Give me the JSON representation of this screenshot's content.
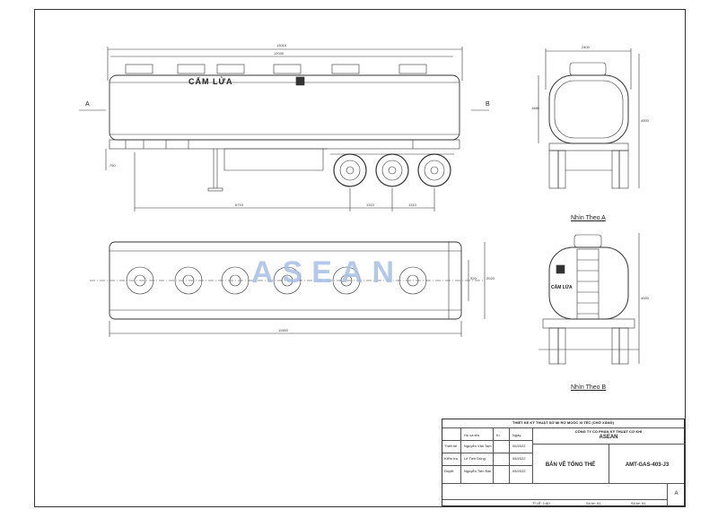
{
  "side_view": {
    "brand_text": "CẤM LỬA",
    "dims": {
      "overall_length": "13010",
      "tank_length": "12030",
      "kingpin_to_axle": "6715",
      "axle_spacing_1": "1310",
      "axle_spacing_2": "1310",
      "front_height": "750"
    },
    "marker_a": "A",
    "marker_b": "B"
  },
  "top_view": {
    "dims": {
      "length": "11960",
      "width_inner": "920",
      "width_outer": "2020"
    }
  },
  "front_view": {
    "caption": "Nhìn Theo A",
    "dims": {
      "width": "2400",
      "tank_height": "1880",
      "total_height": "4000"
    }
  },
  "rear_view": {
    "caption": "Nhìn Theo B",
    "brand_text": "CẤM LỬA",
    "dims": {
      "total_height": "4000"
    }
  },
  "watermark": {
    "text": "ASEAN"
  },
  "title_block": {
    "project_title": "THIẾT KẾ KỸ THUẬT SƠ MI RƠ MOÓC XI TÉC (CHỞ XĂNG)",
    "company_line1": "CÔNG TY CỔ PHẦN KỸ THUẬT CƠ KHÍ",
    "company_line2": "ASEAN",
    "drawing_name": "BẢN VẼ TỔNG THỂ",
    "drawing_code": "AMT-GAS-403-J3",
    "revision": "A",
    "headers": {
      "role": "Họ và tên",
      "sign": "Kí",
      "date": "Ngày"
    },
    "rows": [
      {
        "role": "Thiết kế",
        "name": "Nguyễn Văn Tam",
        "date": "05/2022"
      },
      {
        "role": "Kiểm tra",
        "name": "Lê Tiến Dũng",
        "date": "05/2022"
      },
      {
        "role": "Duyệt",
        "name": "Nguyễn Tiến Đạt",
        "date": "05/2022"
      }
    ],
    "footer": {
      "scale": "TỈ LỆ: 1:60",
      "sheet": "Số tờ: 01",
      "total": "Số tờ: 01"
    }
  }
}
